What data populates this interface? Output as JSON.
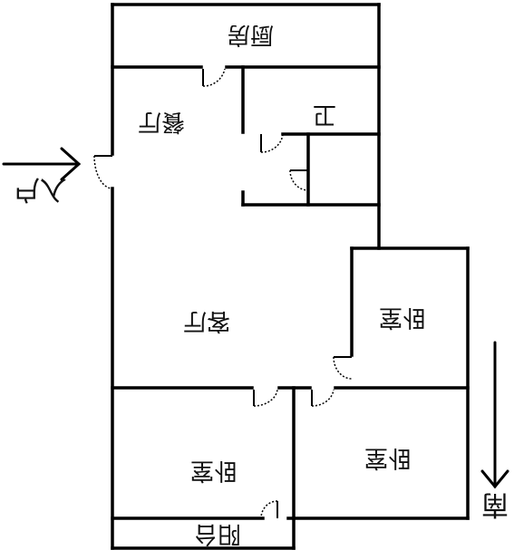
{
  "floorplan": {
    "rooms": {
      "kitchen": "厨房",
      "dining": "餐厅",
      "bathroom": "卫",
      "living": "客厅",
      "bedroom_east": "卧室",
      "bedroom_sw": "卧室",
      "bedroom_se": "卧室",
      "balcony": "阳台"
    },
    "entrance_label": "入户",
    "compass_label": "南"
  }
}
